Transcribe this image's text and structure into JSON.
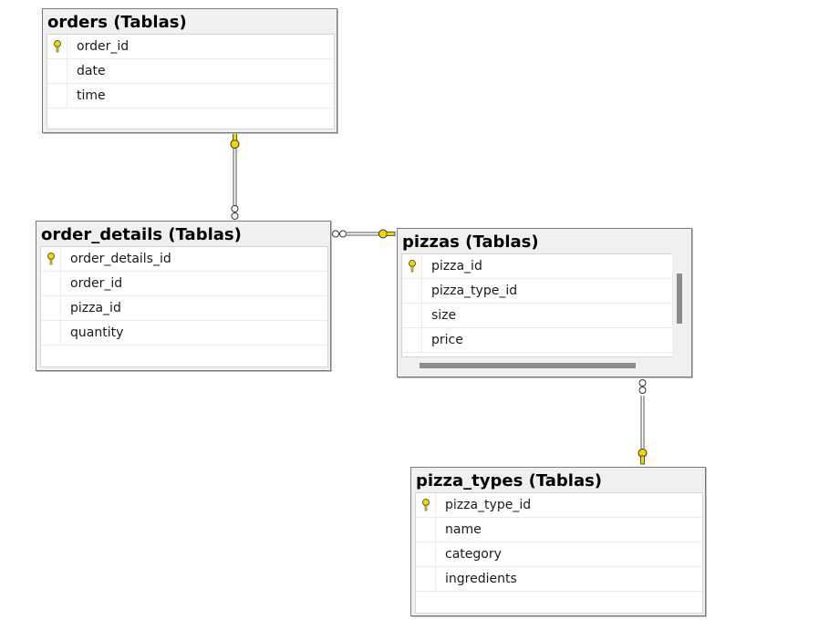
{
  "tables": {
    "orders": {
      "title": "orders (Tablas)",
      "columns": [
        "order_id",
        "date",
        "time"
      ],
      "primary_key": "order_id"
    },
    "order_details": {
      "title": "order_details (Tablas)",
      "columns": [
        "order_details_id",
        "order_id",
        "pizza_id",
        "quantity"
      ],
      "primary_key": "order_details_id"
    },
    "pizzas": {
      "title": "pizzas (Tablas)",
      "columns": [
        "pizza_id",
        "pizza_type_id",
        "size",
        "price"
      ],
      "primary_key": "pizza_id"
    },
    "pizza_types": {
      "title": "pizza_types (Tablas)",
      "columns": [
        "pizza_type_id",
        "name",
        "category",
        "ingredients"
      ],
      "primary_key": "pizza_type_id"
    }
  },
  "relationships": [
    {
      "from": "orders.order_id",
      "to": "order_details.order_id",
      "type": "one-to-many"
    },
    {
      "from": "pizzas.pizza_id",
      "to": "order_details.pizza_id",
      "type": "one-to-many"
    },
    {
      "from": "pizza_types.pizza_type_id",
      "to": "pizzas.pizza_type_id",
      "type": "one-to-many"
    }
  ],
  "colors": {
    "key_icon": "#f2d600",
    "line": "#6b6b6b",
    "frame": "#f0f0f0"
  }
}
